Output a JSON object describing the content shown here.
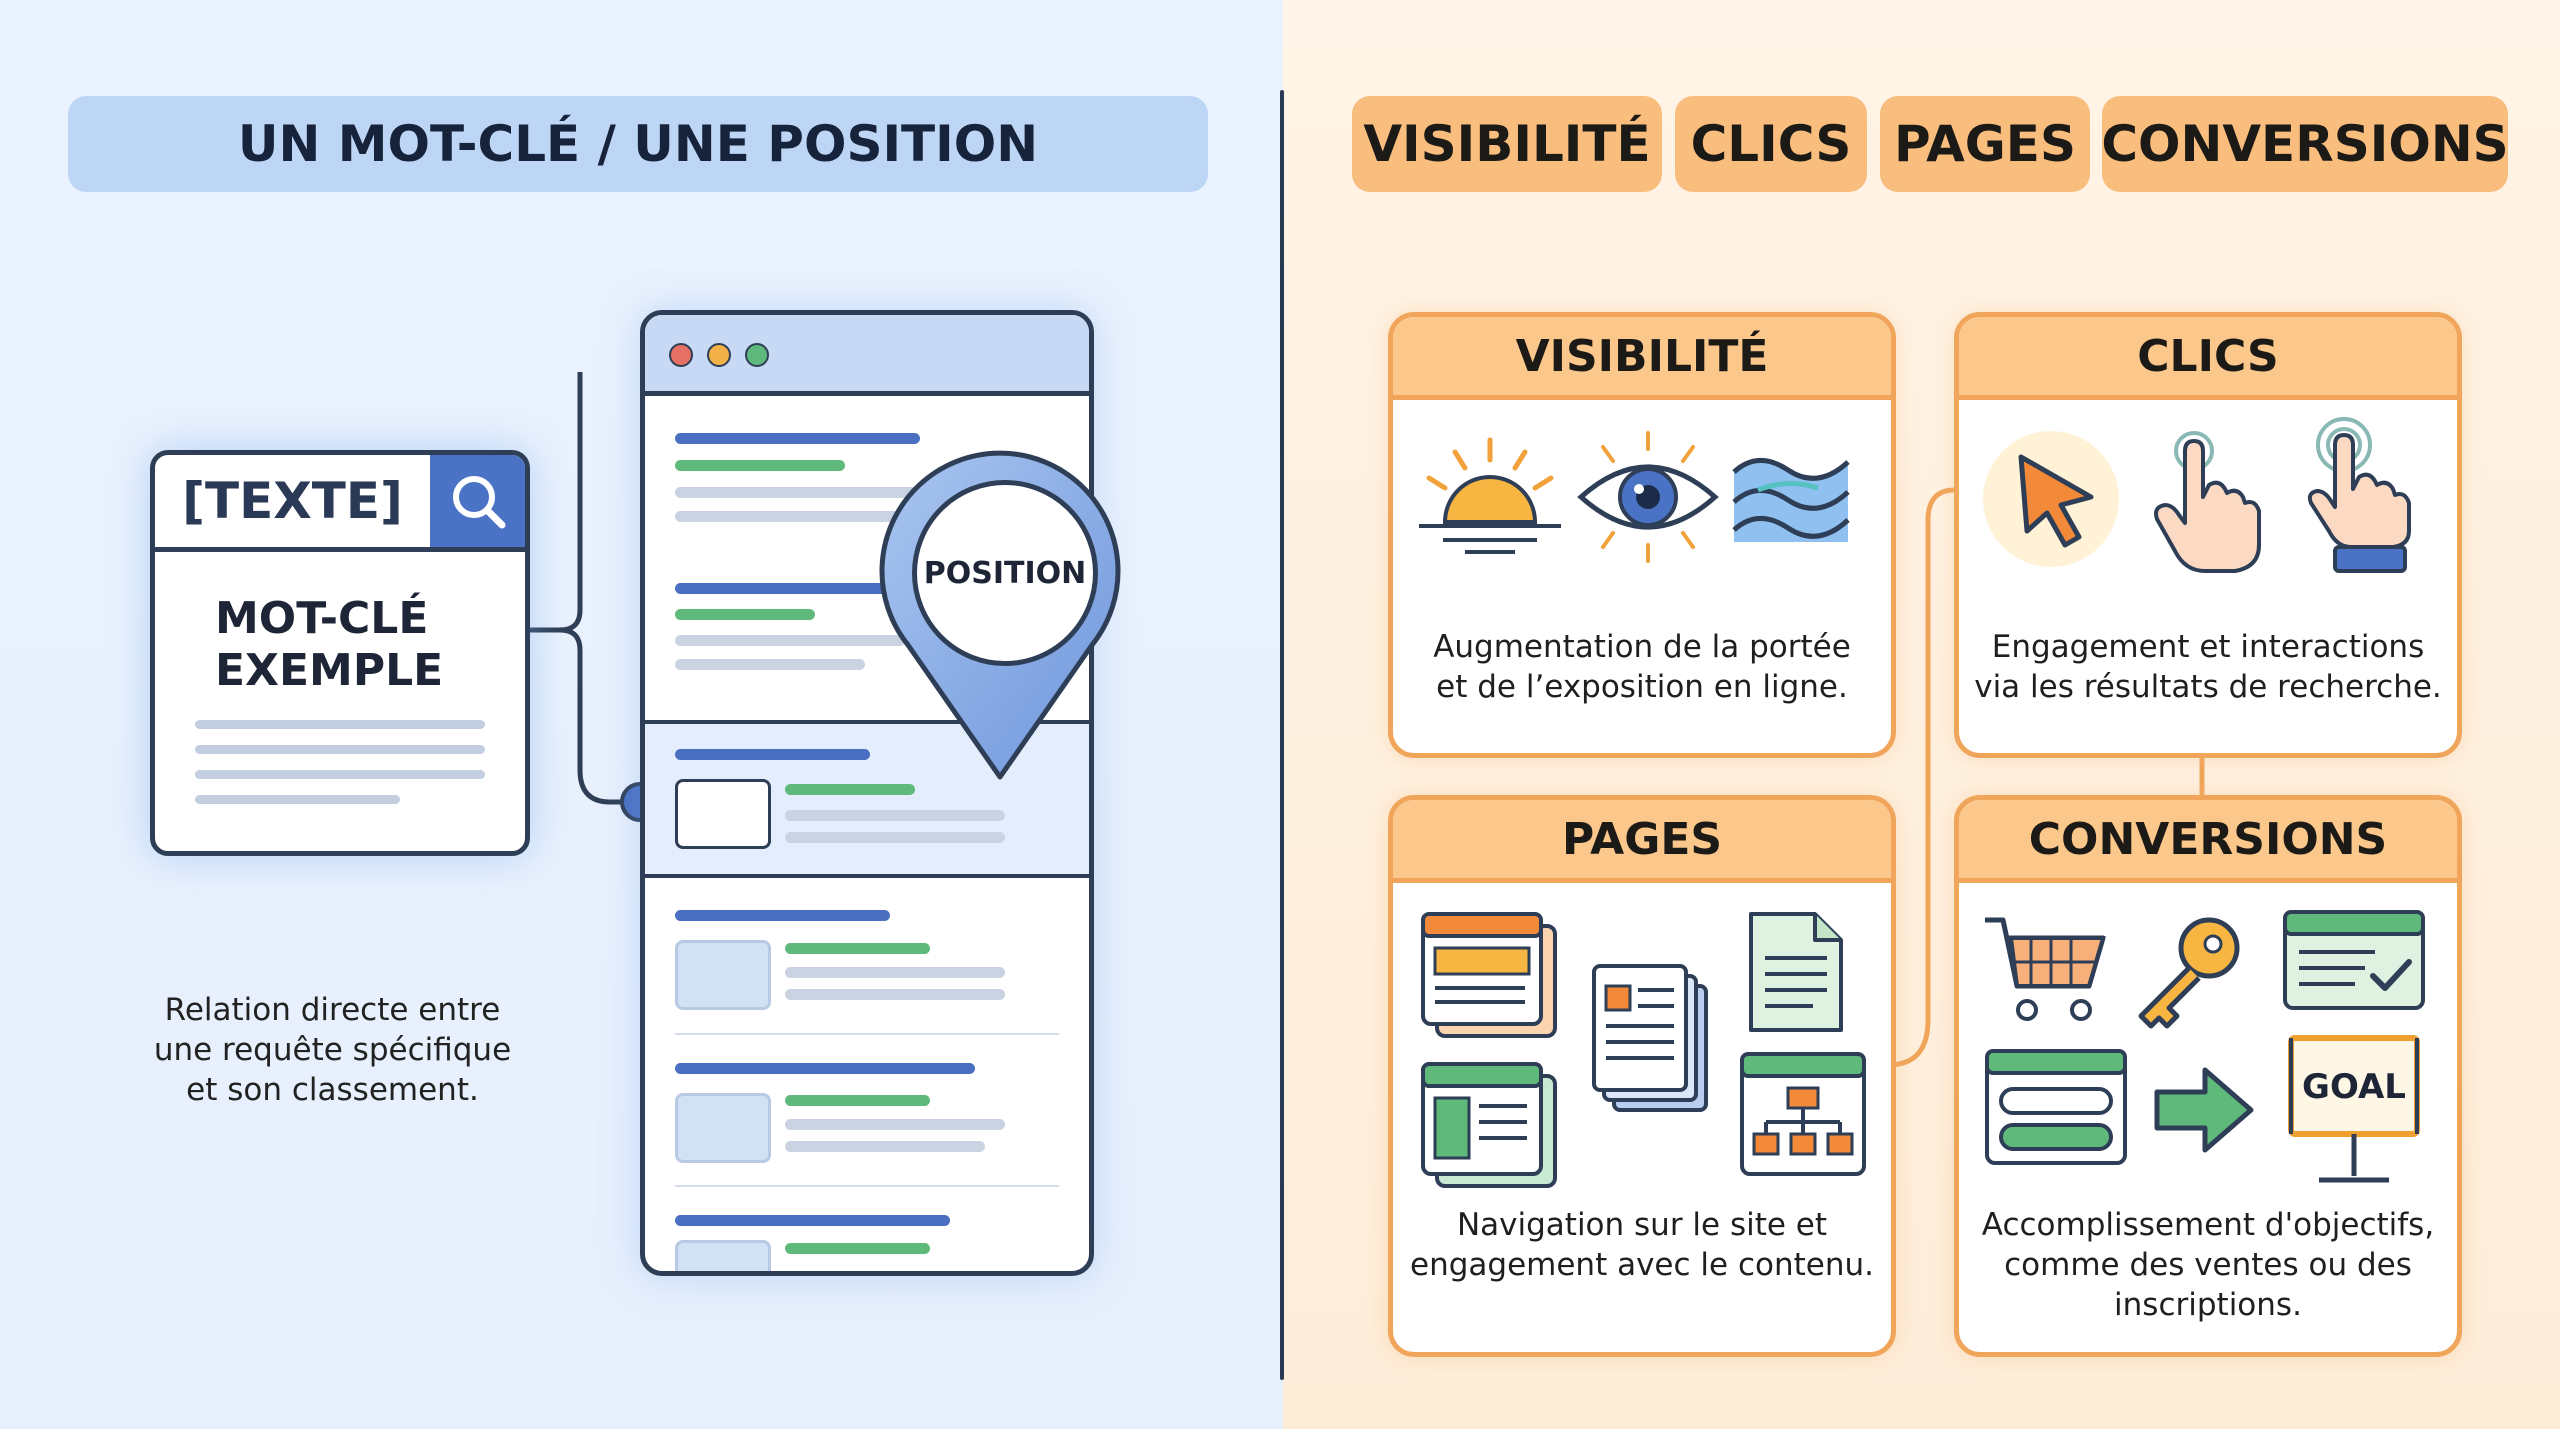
{
  "left": {
    "title": "UN MOT-CLÉ / UNE POSITION",
    "keyword_card": {
      "header": "[TEXTE]",
      "line1": "MOT-CLÉ",
      "line2": "EXEMPLE"
    },
    "pin_label": "POSITION",
    "description": [
      "Relation directe entre",
      "une requête spécifique",
      "et son classement."
    ]
  },
  "right": {
    "tags": [
      "VISIBILITÉ",
      "CLICS",
      "PAGES",
      "CONVERSIONS"
    ],
    "cards": {
      "visibilite": {
        "title": "VISIBILITÉ",
        "text": [
          "Augmentation de la portée",
          "et de l’exposition en ligne."
        ]
      },
      "clics": {
        "title": "CLICS",
        "text": [
          "Engagement et interactions",
          "via les résultats de recherche."
        ]
      },
      "pages": {
        "title": "PAGES",
        "text": [
          "Navigation sur le site et",
          "engagement avec le contenu."
        ]
      },
      "conversions": {
        "title": "CONVERSIONS",
        "text": [
          "Accomplissement d'objectifs,",
          "comme des ventes ou des",
          "inscriptions."
        ],
        "goal_label": "GOAL"
      }
    }
  },
  "colors": {
    "accent_blue": "#4a73c5",
    "accent_orange": "#f0a55a",
    "tag_orange": "#f9bd7d",
    "outline": "#2e3e56"
  },
  "icons": [
    "magnifier-icon",
    "location-pin-icon",
    "sunrise-icon",
    "eye-icon",
    "waves-icon",
    "cursor-arrow-icon",
    "tap-hand-icon",
    "double-tap-hand-icon",
    "webpage-stack-icon",
    "document-stack-icon",
    "document-icon",
    "sitemap-icon",
    "shopping-cart-icon",
    "key-icon",
    "checked-form-icon",
    "form-fields-icon",
    "right-arrow-icon",
    "goal-board-icon"
  ]
}
